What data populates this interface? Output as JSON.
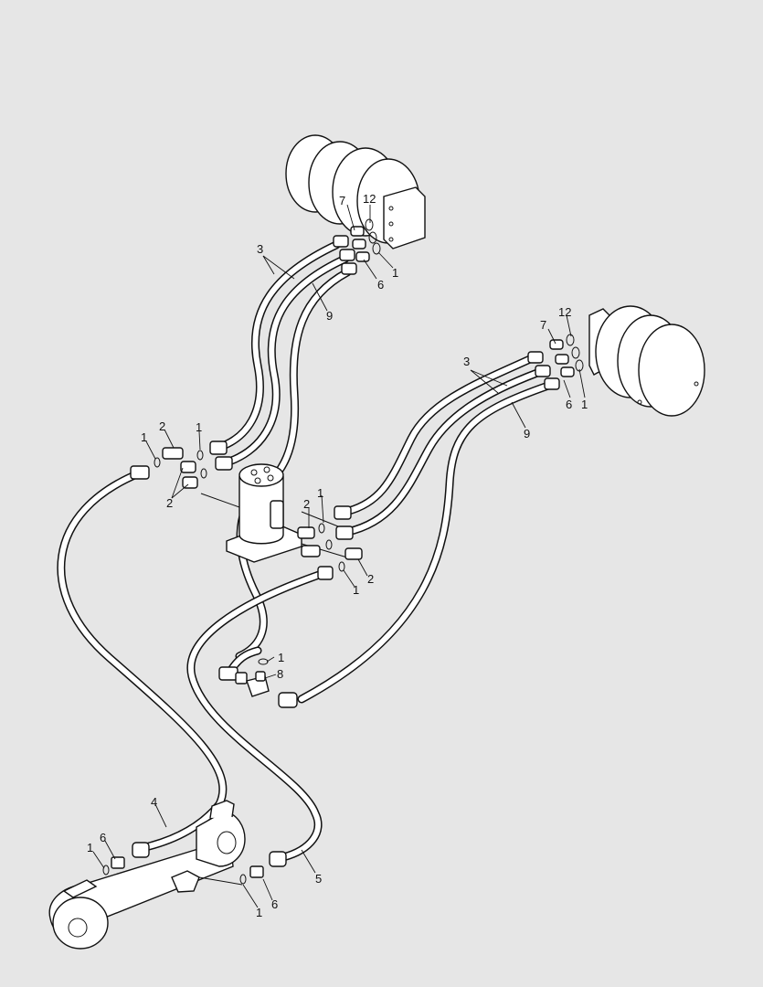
{
  "colors": {
    "background": "#e6e6e6",
    "line": "#111111",
    "part_fill": "#ffffff"
  },
  "labels": {
    "top_motor_7": "7",
    "top_motor_12": "12",
    "top_motor_3": "3",
    "top_motor_1": "1",
    "top_motor_6": "6",
    "top_motor_9": "9",
    "right_motor_12": "12",
    "right_motor_7": "7",
    "right_motor_3": "3",
    "right_motor_6": "6",
    "right_motor_1": "1",
    "right_motor_9": "9",
    "left_fit_1a": "1",
    "left_fit_2a": "2",
    "left_fit_1b": "1",
    "left_fit_2b": "2",
    "center_2a": "2",
    "center_1a": "1",
    "center_2b": "2",
    "center_1b": "1",
    "tee_1": "1",
    "tee_8": "8",
    "cyl_4": "4",
    "cyl_6a": "6",
    "cyl_1a": "1",
    "cyl_5": "5",
    "cyl_6b": "6",
    "cyl_1b": "1"
  }
}
